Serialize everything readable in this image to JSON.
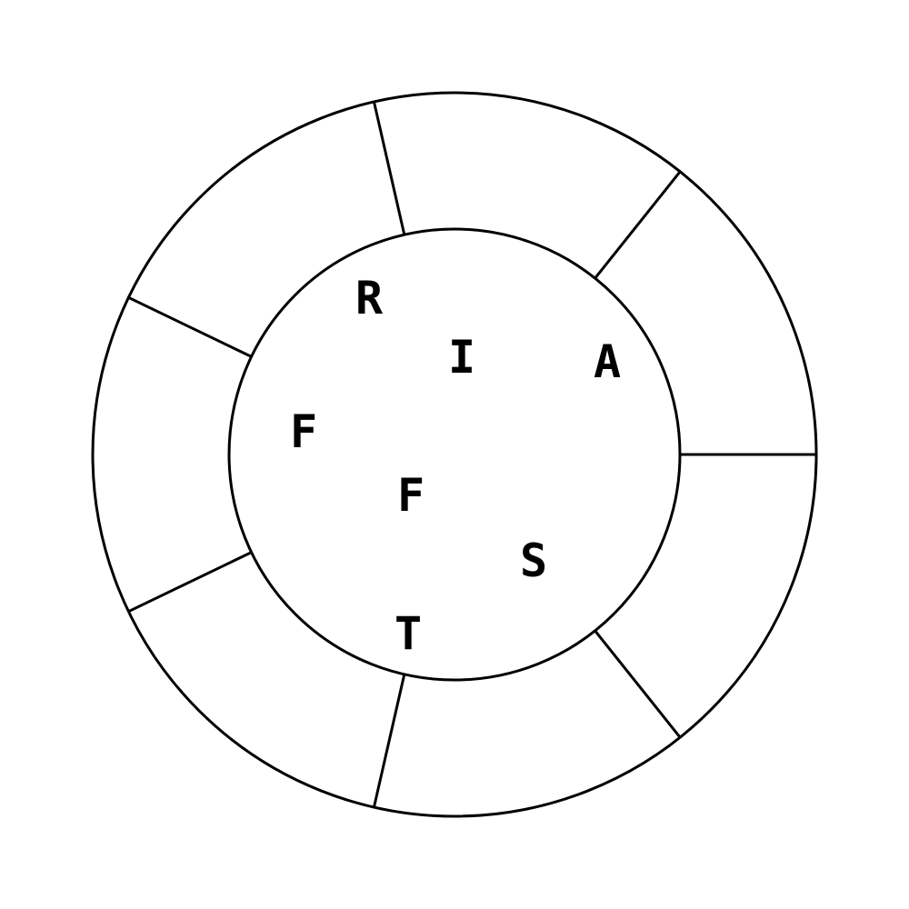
{
  "puzzle": {
    "letters": [
      "R",
      "I",
      "A",
      "F",
      "F",
      "S",
      "T"
    ],
    "outer_segments": 7
  },
  "colors": {
    "stroke": "#000000",
    "background": "#ffffff"
  }
}
